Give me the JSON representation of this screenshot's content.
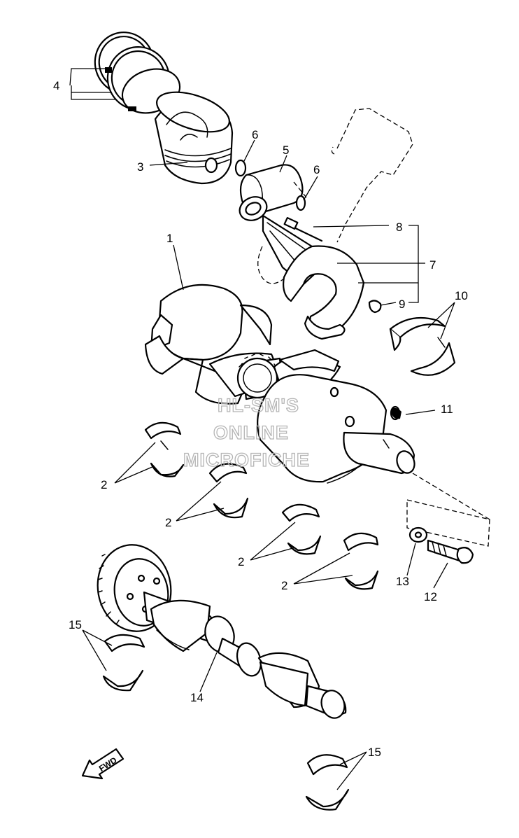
{
  "watermark": {
    "line1": "HL-SM'S",
    "line2": "ONLINE",
    "line3": "MICROFICHE"
  },
  "direction_marker": {
    "label": "FWD"
  },
  "callouts": {
    "c1": "1",
    "c2a": "2",
    "c2b": "2",
    "c2c": "2",
    "c2d": "2",
    "c3": "3",
    "c4": "4",
    "c5": "5",
    "c6a": "6",
    "c6b": "6",
    "c7": "7",
    "c8": "8",
    "c9": "9",
    "c10": "10",
    "c11": "11",
    "c12": "12",
    "c13": "13",
    "c14": "14",
    "c15a": "15",
    "c15b": "15"
  }
}
